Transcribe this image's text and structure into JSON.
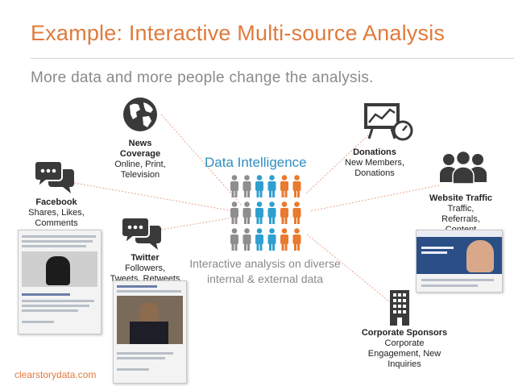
{
  "header": {
    "title": "Example: Interactive Multi-source Analysis",
    "subtitle": "More data and more people change the analysis."
  },
  "center": {
    "title": "Data Intelligence",
    "caption_line1": "Interactive analysis on diverse",
    "caption_line2": "internal & external data"
  },
  "sources": {
    "news": {
      "title_l1": "News",
      "title_l2": "Coverage",
      "detail_l1": "Online, Print,",
      "detail_l2": "Television",
      "icon": "globe-icon"
    },
    "facebook": {
      "title": "Facebook",
      "detail_l1": "Shares, Likes,",
      "detail_l2": "Comments",
      "icon": "speech-bubbles-icon"
    },
    "twitter": {
      "title": "Twitter",
      "detail_l1": "Followers,",
      "detail_l2": "Tweets, Retweets",
      "icon": "speech-bubbles-icon"
    },
    "donations": {
      "title": "Donations",
      "detail_l1": "New Members,",
      "detail_l2": "Donations",
      "icon": "chart-board-icon"
    },
    "website": {
      "title": "Website Traffic",
      "detail_l1": "Traffic,",
      "detail_l2": "Referrals,",
      "detail_l3": "Content",
      "icon": "people-group-icon"
    },
    "sponsors": {
      "title": "Corporate Sponsors",
      "detail_l1": "Corporate",
      "detail_l2": "Engagement,  New",
      "detail_l3": "Inquiries",
      "icon": "office-building-icon"
    }
  },
  "footer": {
    "site": "clearstorydata.com"
  },
  "colors": {
    "accent_orange": "#e07a3c",
    "person_gray": "#8e8e8e",
    "person_blue": "#2f9fd0",
    "person_orange": "#ea7a2e",
    "center_title": "#2e8fc0",
    "connector": "#e8a58a"
  }
}
